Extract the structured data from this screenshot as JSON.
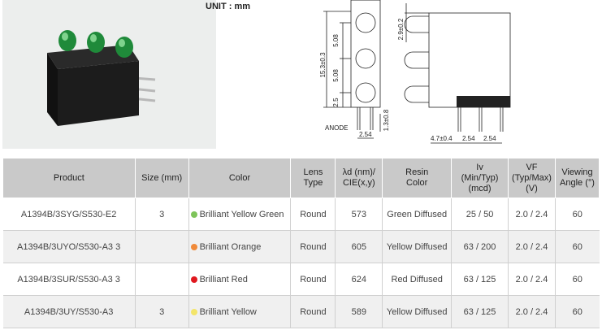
{
  "unit_label": "UNIT : mm",
  "drawing": {
    "dim_pitch_1": "5.08",
    "dim_pitch_2": "5.08",
    "dim_height": "15.3±0.3",
    "dim_top": "2.9±0.2",
    "dim_bottom": "2.5",
    "dim_pin_dia": "1.3±0.8",
    "anode_label": "ANODE",
    "dim_pin_front": "2.54",
    "dim_side_offset": "4.7±0.4",
    "dim_pin_side_1": "2.54",
    "dim_pin_side_2": "2.54"
  },
  "table": {
    "headers": {
      "product": "Product",
      "size": "Size (mm)",
      "color": "Color",
      "lens_type_1": "Lens",
      "lens_type_2": "Type",
      "wavelength_1": "λd (nm)/",
      "wavelength_2": "CIE(x,y)",
      "resin_color_1": "Resin",
      "resin_color_2": "Color",
      "iv_1": "Iv",
      "iv_2": "(Min/Typ)",
      "iv_3": "(mcd)",
      "vf_1": "VF",
      "vf_2": "(Typ/Max)",
      "vf_3": "(V)",
      "angle_1": "Viewing",
      "angle_2": "Angle (°)"
    },
    "rows": [
      {
        "product": "A1394B/3SYG/S530-E2",
        "size": "3",
        "color": "Brilliant Yellow Green",
        "dot": "#7ec45a",
        "lens": "Round",
        "wavelength": "573",
        "resin": "Green Diffused",
        "iv": "25 / 50",
        "vf": "2.0 / 2.4",
        "angle": "60"
      },
      {
        "product": "A1394B/3UYO/S530-A3 3",
        "size": "",
        "color": "Brilliant Orange",
        "dot": "#f08a3a",
        "lens": "Round",
        "wavelength": "605",
        "resin": "Yellow Diffused",
        "iv": "63 / 200",
        "vf": "2.0 / 2.4",
        "angle": "60"
      },
      {
        "product": "A1394B/3SUR/S530-A3 3",
        "size": "",
        "color": "Brilliant Red",
        "dot": "#e0181f",
        "lens": "Round",
        "wavelength": "624",
        "resin": "Red Diffused",
        "iv": "63 / 125",
        "vf": "2.0 / 2.4",
        "angle": "60"
      },
      {
        "product": "A1394B/3UY/S530-A3",
        "size": "3",
        "color": "Brilliant Yellow",
        "dot": "#f3e56a",
        "lens": "Round",
        "wavelength": "589",
        "resin": "Yellow Diffused",
        "iv": "63 / 125",
        "vf": "2.0 / 2.4",
        "angle": "60"
      }
    ]
  }
}
